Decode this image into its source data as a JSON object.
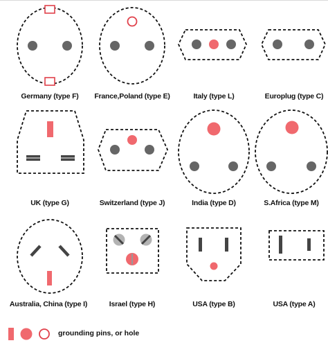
{
  "colors": {
    "outline": "#111111",
    "pin": "#666666",
    "ground": "#f0696e",
    "israel_pin": "#b3b3b3"
  },
  "sockets": [
    {
      "name": "germany-socket",
      "label": "Germany (type F)"
    },
    {
      "name": "france-poland-socket",
      "label": "France,Poland (type E)"
    },
    {
      "name": "italy-socket",
      "label": "Italy (type L)"
    },
    {
      "name": "europlug-socket",
      "label": "Europlug (type C)"
    },
    {
      "name": "uk-socket",
      "label": "UK (type G)"
    },
    {
      "name": "switzerland-socket",
      "label": "Switzerland (type J)"
    },
    {
      "name": "india-socket",
      "label": "India (type D)"
    },
    {
      "name": "south-africa-socket",
      "label": "S.Africa (type M)"
    },
    {
      "name": "australia-china-socket",
      "label": "Australia, China (type I)"
    },
    {
      "name": "israel-socket",
      "label": "Israel (type H)"
    },
    {
      "name": "usa-b-socket",
      "label": "USA (type B)"
    },
    {
      "name": "usa-a-socket",
      "label": "USA (type A)"
    }
  ],
  "legend": {
    "text": "grounding pins, or hole",
    "icons": [
      "grounding-pin-icon",
      "grounding-dot-icon",
      "grounding-hole-icon"
    ]
  }
}
